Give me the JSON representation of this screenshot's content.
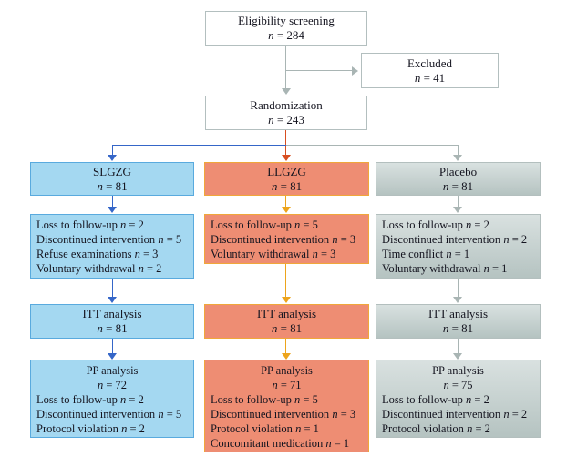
{
  "palette": {
    "blueFill": "#a4d8f1",
    "blueBorder": "#59aade",
    "blueArrow": "#3566c8",
    "salmonFill": "#ee8d73",
    "goldBorder": "#f0a73a",
    "goldArrow": "#eda41c",
    "redArrow": "#d74e21",
    "grayTop": "#d9e1e0",
    "grayBottom": "#b5c3c1",
    "grayBorder": "#b3bfbe",
    "grayArrow": "#a9b5b4",
    "neutralBorder": "#b3bfbf",
    "textColor": "#14141f"
  },
  "diagram": {
    "eligibility": {
      "title": "Eligibility screening",
      "count": "n = 284"
    },
    "excluded": {
      "title": "Excluded",
      "count": "n = 41"
    },
    "randomization": {
      "title": "Randomization",
      "count": "n = 243"
    },
    "arms": [
      {
        "name": "SLGZG",
        "count": "n = 81",
        "dropouts": [
          "Loss to follow-up n = 2",
          "Discontinued intervention n = 5",
          "Refuse examinations n = 3",
          "Voluntary withdrawal n = 2"
        ],
        "itt_title": "ITT analysis",
        "itt_count": "n = 81",
        "pp_title": "PP analysis",
        "pp_count": "n = 72",
        "pp_details": [
          "Loss to follow-up n = 2",
          "Discontinued intervention n = 5",
          "Protocol violation n = 2"
        ]
      },
      {
        "name": "LLGZG",
        "count": "n = 81",
        "dropouts": [
          "Loss to follow-up n = 5",
          "Discontinued intervention n = 3",
          "Voluntary withdrawal n = 3"
        ],
        "itt_title": "ITT analysis",
        "itt_count": "n = 81",
        "pp_title": "PP analysis",
        "pp_count": "n = 71",
        "pp_details": [
          "Loss to follow-up n = 5",
          "Discontinued intervention n = 3",
          "Protocol violation n = 1",
          "Concomitant medication n = 1"
        ]
      },
      {
        "name": "Placebo",
        "count": "n = 81",
        "dropouts": [
          "Loss to follow-up n = 2",
          "Discontinued intervention n = 2",
          "Time conflict n = 1",
          "Voluntary withdrawal n = 1"
        ],
        "itt_title": "ITT analysis",
        "itt_count": "n = 81",
        "pp_title": "PP analysis",
        "pp_count": "n = 75",
        "pp_details": [
          "Loss to follow-up n = 2",
          "Discontinued intervention n = 2",
          "Protocol violation n = 2"
        ]
      }
    ]
  }
}
